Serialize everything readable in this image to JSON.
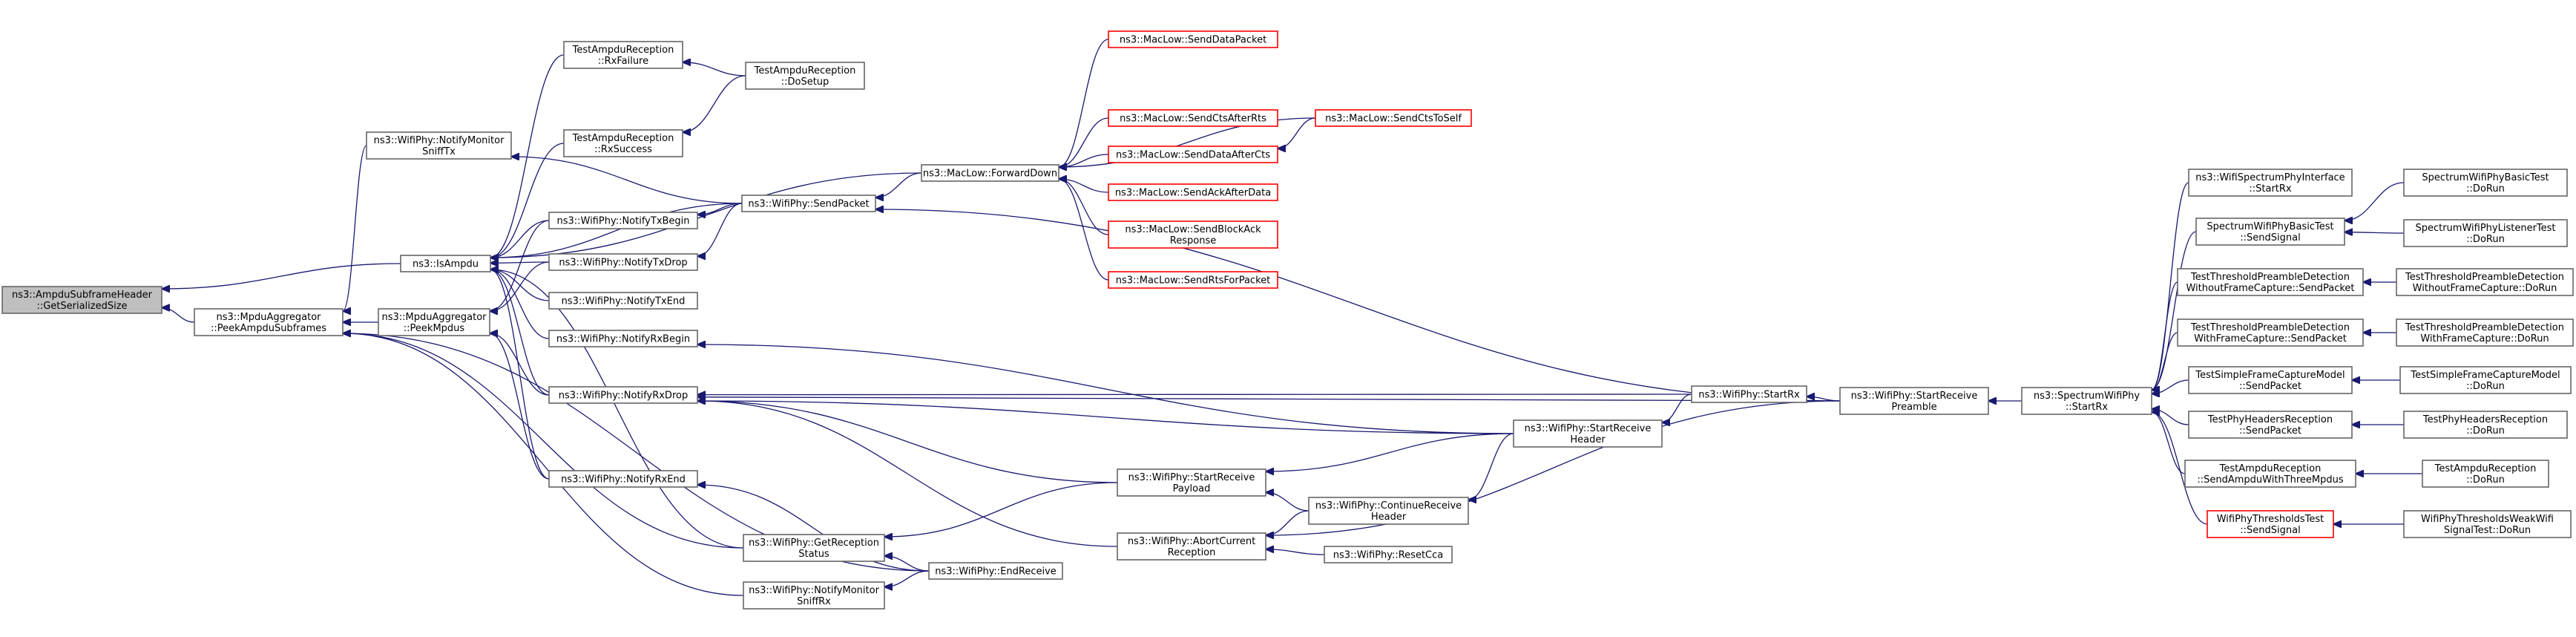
{
  "graph": {
    "nodes": [
      {
        "id": "root",
        "lines": [
          "ns3::AmpduSubframeHeader",
          "::GetSerializedSize"
        ]
      },
      {
        "id": "peekAmpdu",
        "lines": [
          "ns3::MpduAggregator",
          "::PeekAmpduSubframes"
        ]
      },
      {
        "id": "isAmpdu",
        "lines": [
          "ns3::IsAmpdu"
        ]
      },
      {
        "id": "peekMpdus",
        "lines": [
          "ns3::MpduAggregator",
          "::PeekMpdus"
        ]
      },
      {
        "id": "notifyMonTx",
        "lines": [
          "ns3::WifiPhy::NotifyMonitor",
          "SniffTx"
        ]
      },
      {
        "id": "rxFailure",
        "lines": [
          "TestAmpduReception",
          "::RxFailure"
        ]
      },
      {
        "id": "rxSuccess",
        "lines": [
          "TestAmpduReception",
          "::RxSuccess"
        ]
      },
      {
        "id": "doSetup",
        "lines": [
          "TestAmpduReception",
          "::DoSetup"
        ]
      },
      {
        "id": "txBegin",
        "lines": [
          "ns3::WifiPhy::NotifyTxBegin"
        ]
      },
      {
        "id": "txDrop",
        "lines": [
          "ns3::WifiPhy::NotifyTxDrop"
        ]
      },
      {
        "id": "txEnd",
        "lines": [
          "ns3::WifiPhy::NotifyTxEnd"
        ]
      },
      {
        "id": "rxBegin",
        "lines": [
          "ns3::WifiPhy::NotifyRxBegin"
        ]
      },
      {
        "id": "rxDrop",
        "lines": [
          "ns3::WifiPhy::NotifyRxDrop"
        ]
      },
      {
        "id": "rxEnd",
        "lines": [
          "ns3::WifiPhy::NotifyRxEnd"
        ]
      },
      {
        "id": "getRecStatus",
        "lines": [
          "ns3::WifiPhy::GetReception",
          "Status"
        ]
      },
      {
        "id": "notifyMonRx",
        "lines": [
          "ns3::WifiPhy::NotifyMonitor",
          "SniffRx"
        ]
      },
      {
        "id": "sendPacket",
        "lines": [
          "ns3::WifiPhy::SendPacket"
        ]
      },
      {
        "id": "forwardDown",
        "lines": [
          "ns3::MacLow::ForwardDown"
        ]
      },
      {
        "id": "sendDataPacket",
        "lines": [
          "ns3::MacLow::SendDataPacket"
        ],
        "red": true
      },
      {
        "id": "sendCtsAfterRts",
        "lines": [
          "ns3::MacLow::SendCtsAfterRts"
        ],
        "red": true
      },
      {
        "id": "sendDataAfterCts",
        "lines": [
          "ns3::MacLow::SendDataAfterCts"
        ],
        "red": true
      },
      {
        "id": "sendAckAfterData",
        "lines": [
          "ns3::MacLow::SendAckAfterData"
        ],
        "red": true
      },
      {
        "id": "sendBlockAck",
        "lines": [
          "ns3::MacLow::SendBlockAck",
          "Response"
        ],
        "red": true
      },
      {
        "id": "sendRtsForPacket",
        "lines": [
          "ns3::MacLow::SendRtsForPacket"
        ],
        "red": true
      },
      {
        "id": "sendCtsToSelf",
        "lines": [
          "ns3::MacLow::SendCtsToSelf"
        ],
        "red": true
      },
      {
        "id": "startRecPayload",
        "lines": [
          "ns3::WifiPhy::StartReceive",
          "Payload"
        ]
      },
      {
        "id": "abortCurrent",
        "lines": [
          "ns3::WifiPhy::AbortCurrent",
          "Reception"
        ]
      },
      {
        "id": "endReceive",
        "lines": [
          "ns3::WifiPhy::EndReceive"
        ]
      },
      {
        "id": "contRecHeader",
        "lines": [
          "ns3::WifiPhy::ContinueReceive",
          "Header"
        ]
      },
      {
        "id": "resetCca",
        "lines": [
          "ns3::WifiPhy::ResetCca"
        ]
      },
      {
        "id": "startRecHeader",
        "lines": [
          "ns3::WifiPhy::StartReceive",
          "Header"
        ]
      },
      {
        "id": "startRx",
        "lines": [
          "ns3::WifiPhy::StartRx"
        ]
      },
      {
        "id": "startRecPreamble",
        "lines": [
          "ns3::WifiPhy::StartReceive",
          "Preamble"
        ]
      },
      {
        "id": "spectrumStartRx",
        "lines": [
          "ns3::SpectrumWifiPhy",
          "::StartRx"
        ]
      },
      {
        "id": "wsIfStartRx",
        "lines": [
          "ns3::WifiSpectrumPhyInterface",
          "::StartRx"
        ]
      },
      {
        "id": "swpBasicSendSignal",
        "lines": [
          "SpectrumWifiPhyBasicTest",
          "::SendSignal"
        ]
      },
      {
        "id": "tpdWithoutSend",
        "lines": [
          "TestThresholdPreambleDetection",
          "WithoutFrameCapture::SendPacket"
        ]
      },
      {
        "id": "tpdWithSend",
        "lines": [
          "TestThresholdPreambleDetection",
          "WithFrameCapture::SendPacket"
        ]
      },
      {
        "id": "simpleFCSend",
        "lines": [
          "TestSimpleFrameCaptureModel",
          "::SendPacket"
        ]
      },
      {
        "id": "phyHeadersSend",
        "lines": [
          "TestPhyHeadersReception",
          "::SendPacket"
        ]
      },
      {
        "id": "ampduSendThree",
        "lines": [
          "TestAmpduReception",
          "::SendAmpduWithThreeMpdus"
        ]
      },
      {
        "id": "thresholdsSendSignal",
        "lines": [
          "WifiPhyThresholdsTest",
          "::SendSignal"
        ],
        "red": true
      },
      {
        "id": "swpBasicDoRun",
        "lines": [
          "SpectrumWifiPhyBasicTest",
          "::DoRun"
        ]
      },
      {
        "id": "swpListenerDoRun",
        "lines": [
          "SpectrumWifiPhyListenerTest",
          "::DoRun"
        ]
      },
      {
        "id": "tpdWithoutDoRun",
        "lines": [
          "TestThresholdPreambleDetection",
          "WithoutFrameCapture::DoRun"
        ]
      },
      {
        "id": "tpdWithDoRun",
        "lines": [
          "TestThresholdPreambleDetection",
          "WithFrameCapture::DoRun"
        ]
      },
      {
        "id": "simpleFCDoRun",
        "lines": [
          "TestSimpleFrameCaptureModel",
          "::DoRun"
        ]
      },
      {
        "id": "phyHeadersDoRun",
        "lines": [
          "TestPhyHeadersReception",
          "::DoRun"
        ]
      },
      {
        "id": "ampduDoRun",
        "lines": [
          "TestAmpduReception",
          "::DoRun"
        ]
      },
      {
        "id": "weakWifiDoRun",
        "lines": [
          "WifiPhyThresholdsWeakWifi",
          "SignalTest::DoRun"
        ]
      }
    ],
    "edges": [
      {
        "from": "peekAmpdu",
        "to": "root"
      },
      {
        "from": "isAmpdu",
        "to": "root"
      },
      {
        "from": "peekMpdus",
        "to": "peekAmpdu"
      },
      {
        "from": "notifyMonTx",
        "to": "peekAmpdu"
      },
      {
        "from": "getRecStatus",
        "to": "peekAmpdu"
      },
      {
        "from": "notifyMonRx",
        "to": "peekAmpdu"
      },
      {
        "from": "endReceive",
        "to": "peekAmpdu"
      },
      {
        "from": "txBegin",
        "to": "peekMpdus"
      },
      {
        "from": "txDrop",
        "to": "peekMpdus"
      },
      {
        "from": "rxDrop",
        "to": "peekMpdus"
      },
      {
        "from": "rxEnd",
        "to": "peekMpdus"
      },
      {
        "from": "rxFailure",
        "to": "isAmpdu"
      },
      {
        "from": "rxSuccess",
        "to": "isAmpdu"
      },
      {
        "from": "txBegin",
        "to": "isAmpdu"
      },
      {
        "from": "txDrop",
        "to": "isAmpdu"
      },
      {
        "from": "txEnd",
        "to": "isAmpdu"
      },
      {
        "from": "rxBegin",
        "to": "isAmpdu"
      },
      {
        "from": "rxDrop",
        "to": "isAmpdu"
      },
      {
        "from": "rxEnd",
        "to": "isAmpdu"
      },
      {
        "from": "sendPacket",
        "to": "isAmpdu"
      },
      {
        "from": "forwardDown",
        "to": "isAmpdu"
      },
      {
        "from": "getRecStatus",
        "to": "isAmpdu"
      },
      {
        "from": "sendPacket",
        "to": "notifyMonTx"
      },
      {
        "from": "doSetup",
        "to": "rxFailure"
      },
      {
        "from": "doSetup",
        "to": "rxSuccess"
      },
      {
        "from": "sendPacket",
        "to": "txBegin"
      },
      {
        "from": "sendPacket",
        "to": "txDrop"
      },
      {
        "from": "startRecHeader",
        "to": "rxBegin"
      },
      {
        "from": "startRecPreamble",
        "to": "rxDrop"
      },
      {
        "from": "startRx",
        "to": "rxDrop"
      },
      {
        "from": "startRecHeader",
        "to": "rxDrop"
      },
      {
        "from": "startRecPayload",
        "to": "rxDrop"
      },
      {
        "from": "abortCurrent",
        "to": "rxDrop"
      },
      {
        "from": "endReceive",
        "to": "rxEnd"
      },
      {
        "from": "endReceive",
        "to": "getRecStatus"
      },
      {
        "from": "startRecPayload",
        "to": "getRecStatus"
      },
      {
        "from": "endReceive",
        "to": "notifyMonRx"
      },
      {
        "from": "forwardDown",
        "to": "sendPacket"
      },
      {
        "from": "sendDataPacket",
        "to": "forwardDown"
      },
      {
        "from": "sendCtsAfterRts",
        "to": "forwardDown"
      },
      {
        "from": "sendDataAfterCts",
        "to": "forwardDown"
      },
      {
        "from": "sendAckAfterData",
        "to": "forwardDown"
      },
      {
        "from": "sendBlockAck",
        "to": "forwardDown"
      },
      {
        "from": "sendRtsForPacket",
        "to": "forwardDown"
      },
      {
        "from": "sendCtsToSelf",
        "to": "forwardDown"
      },
      {
        "from": "sendCtsToSelf",
        "to": "sendDataAfterCts"
      },
      {
        "from": "startRecHeader",
        "to": "startRecPayload"
      },
      {
        "from": "contRecHeader",
        "to": "startRecPayload"
      },
      {
        "from": "startRecHeader",
        "to": "contRecHeader"
      },
      {
        "from": "resetCca",
        "to": "abortCurrent"
      },
      {
        "from": "contRecHeader",
        "to": "abortCurrent"
      },
      {
        "from": "startRecPreamble",
        "to": "abortCurrent"
      },
      {
        "from": "startRx",
        "to": "startRecHeader"
      },
      {
        "from": "startRecPreamble",
        "to": "startRx"
      },
      {
        "from": "spectrumStartRx",
        "to": "startRecPreamble"
      },
      {
        "from": "startRecPreamble",
        "to": "sendPacket"
      },
      {
        "from": "wsIfStartRx",
        "to": "spectrumStartRx"
      },
      {
        "from": "swpBasicSendSignal",
        "to": "spectrumStartRx"
      },
      {
        "from": "tpdWithoutSend",
        "to": "spectrumStartRx"
      },
      {
        "from": "tpdWithSend",
        "to": "spectrumStartRx"
      },
      {
        "from": "simpleFCSend",
        "to": "spectrumStartRx"
      },
      {
        "from": "phyHeadersSend",
        "to": "spectrumStartRx"
      },
      {
        "from": "ampduSendThree",
        "to": "spectrumStartRx"
      },
      {
        "from": "thresholdsSendSignal",
        "to": "spectrumStartRx"
      },
      {
        "from": "swpBasicDoRun",
        "to": "swpBasicSendSignal"
      },
      {
        "from": "swpListenerDoRun",
        "to": "swpBasicSendSignal"
      },
      {
        "from": "tpdWithoutDoRun",
        "to": "tpdWithoutSend"
      },
      {
        "from": "tpdWithDoRun",
        "to": "tpdWithSend"
      },
      {
        "from": "simpleFCDoRun",
        "to": "simpleFCSend"
      },
      {
        "from": "phyHeadersDoRun",
        "to": "phyHeadersSend"
      },
      {
        "from": "ampduDoRun",
        "to": "ampduSendThree"
      },
      {
        "from": "weakWifiDoRun",
        "to": "thresholdsSendSignal"
      }
    ]
  },
  "colors": {
    "edge": "#191970",
    "node_border": "#666666",
    "node_border_unresolved": "#ff0000",
    "root_fill": "#bfbfbf"
  }
}
